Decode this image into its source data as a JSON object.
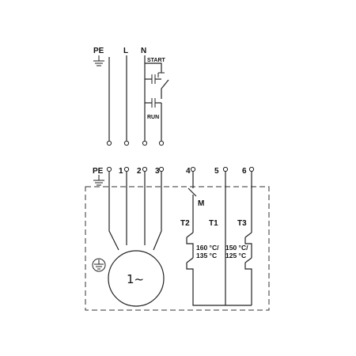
{
  "supply": {
    "pe": "PE",
    "l": "L",
    "n": "N",
    "start": "START",
    "run": "RUN"
  },
  "terminals": {
    "pe": "PE",
    "t1": "1",
    "t2": "2",
    "t3": "3",
    "t4": "4",
    "t5": "5",
    "t6": "6"
  },
  "motor": {
    "label": "1~"
  },
  "thermal": {
    "m": "M",
    "t2": "T2",
    "t1": "T1",
    "t3": "T3",
    "t2_hi": "160 °C/",
    "t2_lo": "135 °C",
    "t3_hi": "150 °C/",
    "t3_lo": "125 °C"
  }
}
